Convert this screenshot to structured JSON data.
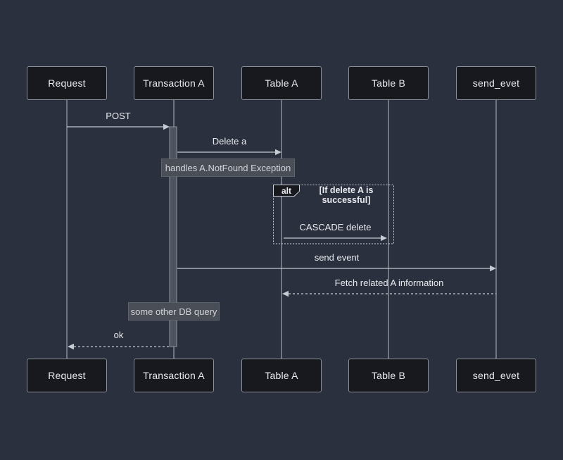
{
  "diagram": {
    "type": "sequence-diagram",
    "colors": {
      "background": "#2b303e",
      "actor_fill": "#17191f",
      "actor_border": "#8b9099",
      "lifeline": "#b7bcc4",
      "arrow": "#c6cad2",
      "activation_fill": "#4e545e",
      "activation_border": "#8f949d",
      "note_fill": "#4a4e57",
      "note_text": "#d3d5d9",
      "alt_border": "#ced2d9",
      "text": "#e9ebef"
    },
    "actors": [
      {
        "label": "Request"
      },
      {
        "label": "Transaction A"
      },
      {
        "label": "Table A"
      },
      {
        "label": "Table B"
      },
      {
        "label": "send_evet"
      }
    ],
    "messages": [
      {
        "label": "POST",
        "from": "Request",
        "to": "Transaction A",
        "line": "solid",
        "direction": "right"
      },
      {
        "label": "Delete a",
        "from": "Transaction A",
        "to": "Table A",
        "line": "solid",
        "direction": "right"
      },
      {
        "label": "CASCADE delete",
        "from": "Table A",
        "to": "Table B",
        "line": "solid",
        "direction": "right"
      },
      {
        "label": "send event",
        "from": "Transaction A",
        "to": "send_evet",
        "line": "solid",
        "direction": "right"
      },
      {
        "label": "Fetch related A information",
        "from": "send_evet",
        "to": "Table A",
        "line": "dotted",
        "direction": "left"
      },
      {
        "label": "ok",
        "from": "Transaction A",
        "to": "Request",
        "line": "dotted",
        "direction": "left"
      }
    ],
    "notes": [
      {
        "label": "handles A.NotFound Exception",
        "over": "Transaction A"
      },
      {
        "label": "some other DB query",
        "over": "Transaction A"
      }
    ],
    "alt_frame": {
      "label": "alt",
      "condition": "[If delete A is successful]",
      "contains": "CASCADE delete"
    }
  }
}
